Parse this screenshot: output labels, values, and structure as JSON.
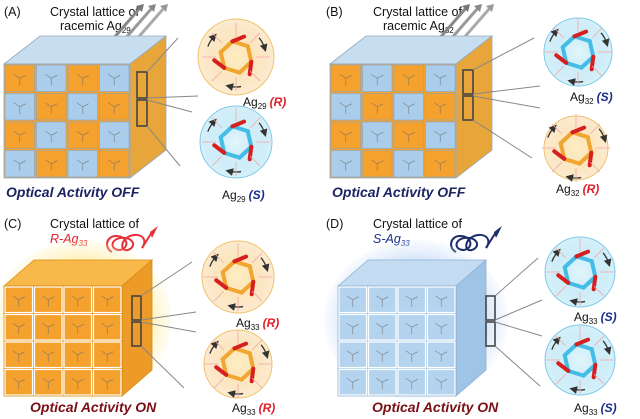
{
  "panels": [
    {
      "letter": "(A)",
      "title_line1": "Crystal lattice of",
      "title_line2": "racemic Ag",
      "title_sub": "29",
      "footer": "Optical Activity OFF",
      "top": {
        "base": "Ag",
        "sub": "29",
        "hand": "(R)"
      },
      "bottom": {
        "base": "Ag",
        "sub": "29",
        "hand": "(S)"
      }
    },
    {
      "letter": "(B)",
      "title_line1": "Crystal lattice of",
      "title_line2": "racemic Ag",
      "title_sub": "32",
      "footer": "Optical Activity OFF",
      "top": {
        "base": "Ag",
        "sub": "32",
        "hand": "(S)"
      },
      "bottom": {
        "base": "Ag",
        "sub": "32",
        "hand": "(R)"
      }
    },
    {
      "letter": "(C)",
      "title_line1": "Crystal lattice of",
      "title_line2": "R-Ag",
      "title_sub": "33",
      "footer": "Optical Activity ON",
      "top": {
        "base": "Ag",
        "sub": "33",
        "hand": "(R)"
      },
      "bottom": {
        "base": "Ag",
        "sub": "33",
        "hand": "(R)"
      }
    },
    {
      "letter": "(D)",
      "title_line1": "Crystal lattice of",
      "title_line2": "S-Ag",
      "title_sub": "33",
      "footer": "Optical Activity ON",
      "top": {
        "base": "Ag",
        "sub": "33",
        "hand": "(S)"
      },
      "bottom": {
        "base": "Ag",
        "sub": "33",
        "hand": "(S)"
      }
    }
  ],
  "colors": {
    "orange_cube": "#f4a12e",
    "blue_cube": "#a9cdea",
    "r_label": "#e0202a",
    "s_label": "#1a2f8a",
    "footer_off": "#1c2361",
    "footer_on": "#7a0f16",
    "glow_orange": "#ffd95a",
    "glow_blue": "#8fb9f0",
    "helix_red": "#e8303a",
    "helix_navy": "#1d2d6b",
    "cluster_orange": "#f0a630",
    "cluster_blue": "#43bde6",
    "cluster_red": "#d62020"
  }
}
